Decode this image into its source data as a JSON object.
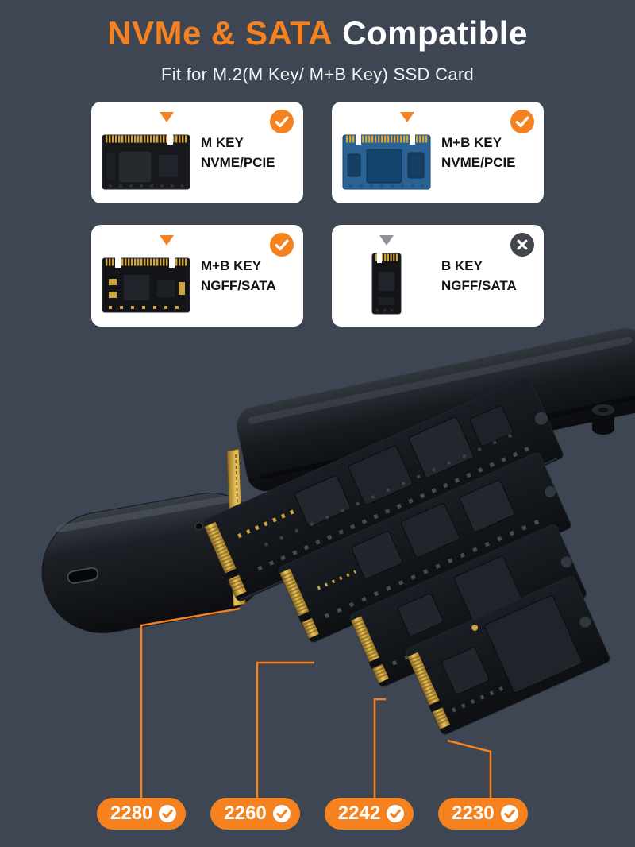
{
  "colors": {
    "background": "#3e4653",
    "accent_orange": "#f5821f",
    "card_background": "#ffffff",
    "card_text": "#141414",
    "unsupported_circle": "#43474d",
    "unsupported_pointer": "#8d9298"
  },
  "header": {
    "title_highlight": "NVMe & SATA",
    "title_rest": "Compatible",
    "subtitle": "Fit for M.2(M Key/ M+B Key) SSD Card"
  },
  "compatibility_cards": [
    {
      "key_type": "M KEY",
      "interface": "NVME/PCIE",
      "supported": true
    },
    {
      "key_type": "M+B KEY",
      "interface": "NVME/PCIE",
      "supported": true
    },
    {
      "key_type": "M+B KEY",
      "interface": "NGFF/SATA",
      "supported": true
    },
    {
      "key_type": "B KEY",
      "interface": "NGFF/SATA",
      "supported": false
    }
  ],
  "icons": {
    "supported": "check-icon",
    "unsupported": "x-icon",
    "pointer": "triangle-down-icon",
    "check_glyph": "✓",
    "cross_glyph": "✕"
  },
  "size_badges": [
    {
      "label": "2280",
      "supported": true
    },
    {
      "label": "2260",
      "supported": true
    },
    {
      "label": "2242",
      "supported": true
    },
    {
      "label": "2230",
      "supported": true
    }
  ]
}
